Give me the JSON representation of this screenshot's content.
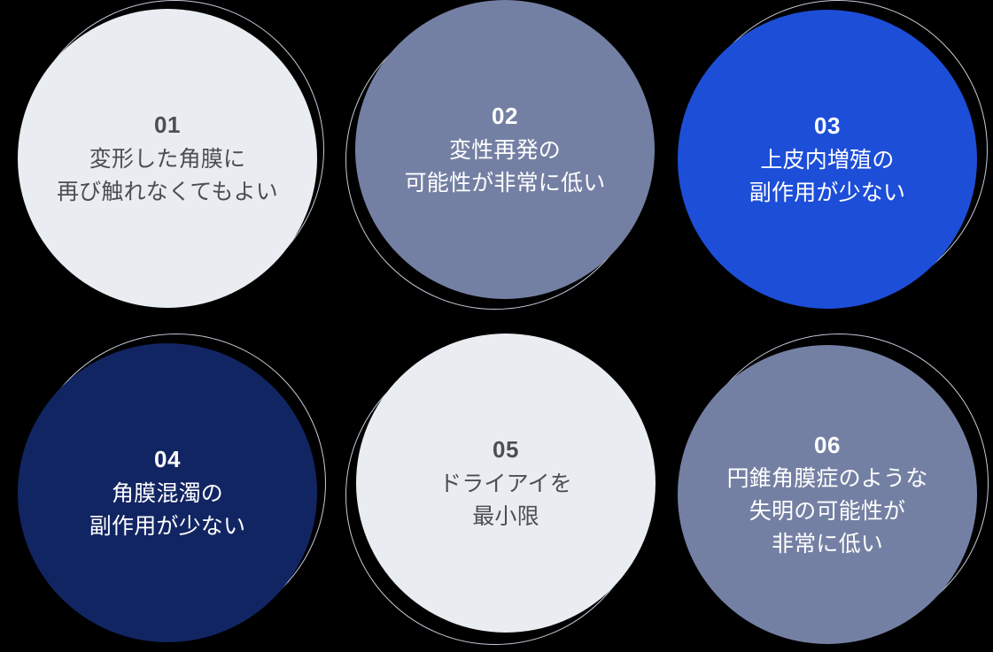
{
  "background_color": "#000000",
  "ring_color": "#c4cbd8",
  "palette": {
    "light": "#e9edf1",
    "slate": "#7480a3",
    "blue": "#1d4ed8",
    "navy": "#122563",
    "text_dark": "#4b4f55",
    "text_light": "#ffffff"
  },
  "items": [
    {
      "number": "01",
      "lines": [
        "変形した角膜に",
        "再び触れなくてもよい"
      ],
      "fill": "#e9edf1",
      "text_color": "#4b4f55",
      "theme": "light"
    },
    {
      "number": "02",
      "lines": [
        "変性再発の",
        "可能性が非常に低い"
      ],
      "fill": "#7480a3",
      "text_color": "#ffffff",
      "theme": "dark"
    },
    {
      "number": "03",
      "lines": [
        "上皮内増殖の",
        "副作用が少ない"
      ],
      "fill": "#1d4ed8",
      "text_color": "#ffffff",
      "theme": "dark"
    },
    {
      "number": "04",
      "lines": [
        "角膜混濁の",
        "副作用が少ない"
      ],
      "fill": "#122563",
      "text_color": "#ffffff",
      "theme": "dark"
    },
    {
      "number": "05",
      "lines": [
        "ドライアイを",
        "最小限"
      ],
      "fill": "#e9edf1",
      "text_color": "#4b4f55",
      "theme": "light"
    },
    {
      "number": "06",
      "lines": [
        "円錐角膜症のような",
        "失明の可能性が",
        "非常に低い"
      ],
      "fill": "#7480a3",
      "text_color": "#ffffff",
      "theme": "dark"
    }
  ]
}
